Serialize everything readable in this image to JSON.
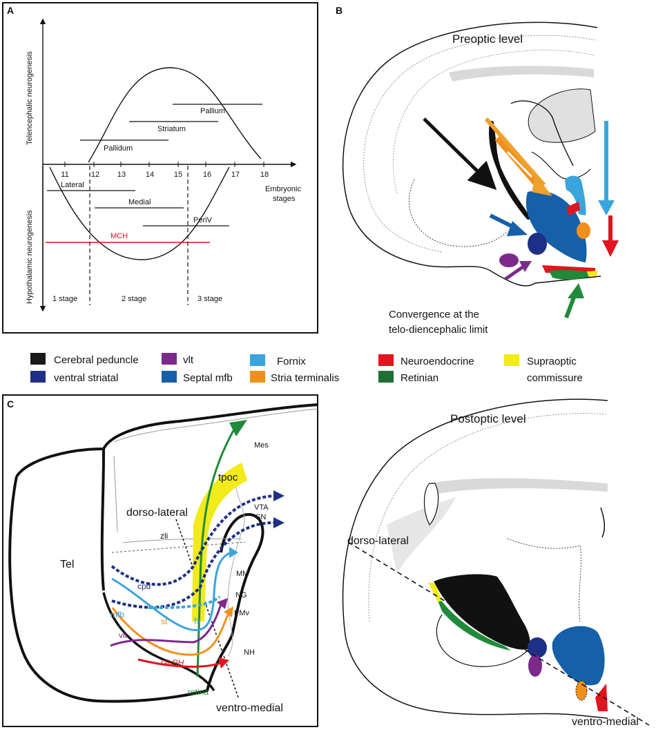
{
  "panel_a": {
    "letter": "A",
    "y_top_label": "Telencephalic neurogenesis",
    "y_bottom_label": "Hypothalamic neurogenesis",
    "x_ticks": [
      "11",
      "12",
      "13",
      "14",
      "15",
      "16",
      "17",
      "18"
    ],
    "x_axis_label_line1": "Embryonic",
    "x_axis_label_line2": "stages",
    "bars_top": [
      "Pallium",
      "Striatum",
      "Pallidum"
    ],
    "bars_bottom": [
      "Lateral",
      "Medial",
      "PeriV",
      "MCH"
    ],
    "stages": [
      "1 stage",
      "2 stage",
      "3 stage"
    ],
    "mch_color": "#d8141c"
  },
  "panel_b": {
    "letter": "B",
    "preoptic_title": "Preoptic level",
    "postoptic_title": "Postoptic level",
    "convergence_line1": "Convergence at the",
    "convergence_line2": "telo-diencephalic limit",
    "dorso_lateral": "dorso-lateral",
    "ventro_medial": "ventro-medial"
  },
  "legend": {
    "items": [
      {
        "label": "Cerebral peduncle",
        "color": "#1a1a1a"
      },
      {
        "label": "ventral striatal",
        "color": "#1d2f86"
      },
      {
        "label": "vlt",
        "color": "#7b2a8c"
      },
      {
        "label": "Septal mfb",
        "color": "#1560a8"
      },
      {
        "label": "Fornix",
        "color": "#3aa4dd"
      },
      {
        "label": "Stria terminalis",
        "color": "#f0901c"
      },
      {
        "label": "Neuroendocrine",
        "color": "#e2141f"
      },
      {
        "label": "Retinian",
        "color": "#1f8a3a"
      },
      {
        "label": "Supraoptic",
        "color": "#f2ea1a"
      }
    ],
    "supraoptic_line2": "commissure"
  },
  "panel_c": {
    "letter": "C",
    "labels": {
      "mes": "Mes",
      "tpoc": "tpoc",
      "vta": "VTA",
      "sn": "SN",
      "dorso_lateral": "dorso-lateral",
      "zli": "zli",
      "tel": "Tel",
      "cpd": "cpd",
      "mm": "MM",
      "ng": "NG",
      "pmv": "PMv",
      "mfb": "mfb",
      "st": "st",
      "fx": "fx",
      "vlt": "vlt",
      "nh": "NH",
      "gnrh": "GnRH",
      "retina": "retina",
      "ventro_medial": "ventro-medial"
    }
  }
}
